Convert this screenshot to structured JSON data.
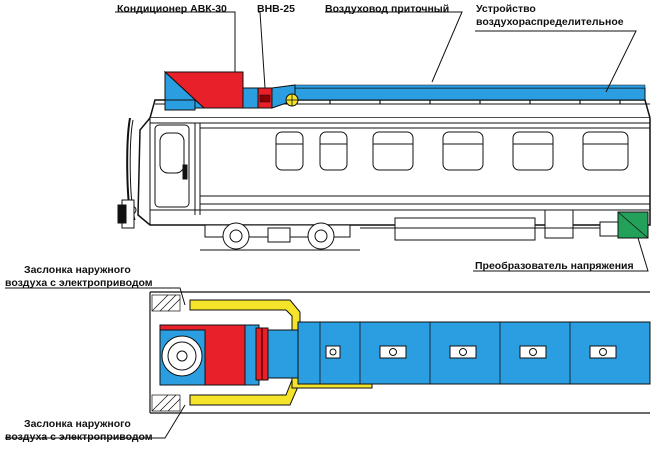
{
  "labels": {
    "conditioner": "Кондиционер АВК-30",
    "fan": "ВНВ-25",
    "supply_duct": "Воздуховод приточный",
    "distributor_line1": "Устройство",
    "distributor_line2": "воздухораспределительное",
    "damper_top_line1": "Заслонка наружного",
    "damper_top_line2": "воздуха с электроприводом",
    "converter": "Преобразователь напряжения",
    "damper_bottom_line1": "Заслонка наружного",
    "damper_bottom_line2": "воздуха с электроприводом"
  },
  "colors": {
    "conditioner": "#e8202a",
    "duct": "#2a9ee0",
    "yellow_duct": "#f5e42a",
    "converter": "#23a15a",
    "outline": "#111111",
    "body": "#ffffff"
  }
}
